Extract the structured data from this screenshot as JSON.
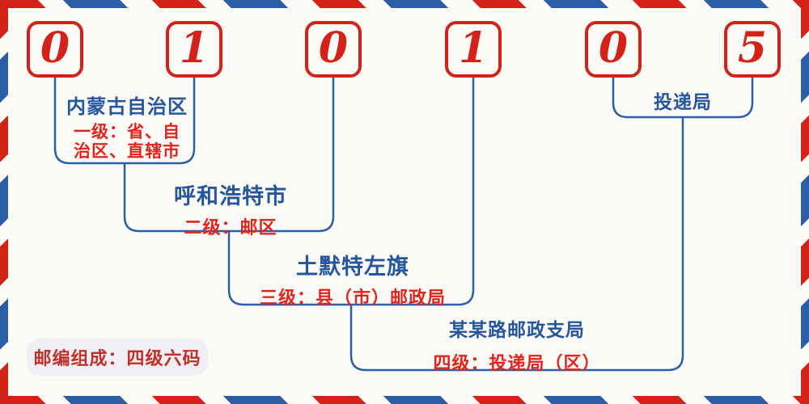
{
  "postal_code": {
    "digits": [
      "0",
      "1",
      "0",
      "1",
      "0",
      "5"
    ]
  },
  "labels": {
    "level1_name": "内蒙古自治区",
    "level1_desc_line1": "一级：省、自",
    "level1_desc_line2": "治区、直辖市",
    "level2_name": "呼和浩特市",
    "level2_desc": "二级：邮区",
    "level3_name": "土默特左旗",
    "level3_desc": "三级：县（市）邮政局",
    "level4_name": "某某路邮政支局",
    "level4_desc": "四级：投递局（区）",
    "delivery_office": "投递局",
    "footer_note": "邮编组成：四级六码"
  },
  "colors": {
    "stripe_red": "#d32318",
    "stripe_blue": "#2b5ea7",
    "digit_red": "#d32318",
    "line_blue": "#2b5fa8",
    "name_blue": "#2456a0",
    "desc_red": "#e2241c",
    "footer_red": "#c13028",
    "chip_background": "#f1eff4",
    "page_background": "#fbfaf6"
  }
}
